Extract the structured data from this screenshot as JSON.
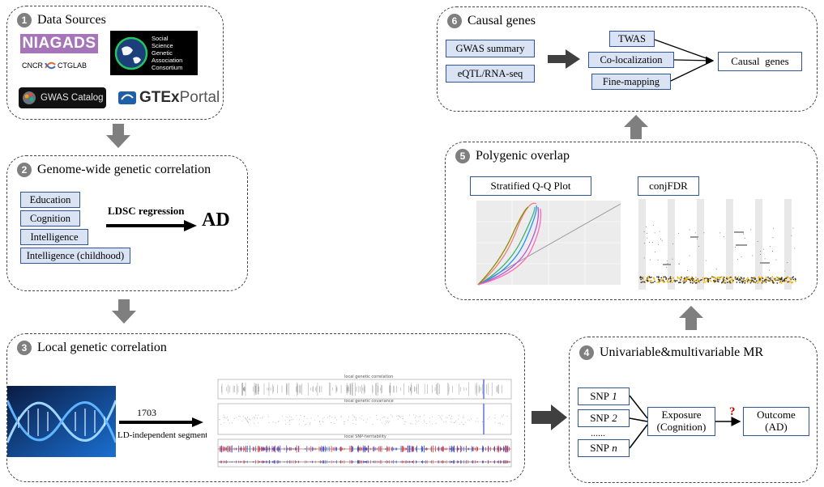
{
  "panels": {
    "data_sources": {
      "num": "1",
      "title": "Data Sources",
      "logos": {
        "niagads": "NIAGADS",
        "cncr_left": "CNCR",
        "cncr_right": "CTGLAB",
        "ssgac": [
          "Social",
          "Science",
          "Genetic",
          "Association",
          "Consortium"
        ],
        "gwas_catalog": "GWAS Catalog",
        "gtex_a": "GTEx",
        "gtex_b": "Portal"
      }
    },
    "genome_wide": {
      "num": "2",
      "title": "Genome-wide genetic correlation",
      "traits": [
        "Education",
        "Cognition",
        "Intelligence",
        "Intelligence (childhood)"
      ],
      "method": "LDSC regression",
      "target": "AD"
    },
    "local": {
      "num": "3",
      "title": "Local genetic correlation",
      "segments_count": "1703",
      "segments_label": "LD-independent segments",
      "plot_titles": [
        "local genetic correlation",
        "local genetic covariance",
        "local SNP-heritability"
      ]
    },
    "mr": {
      "num": "4",
      "title": "Univariable&multivariable  MR",
      "snps": [
        {
          "prefix": "SNP ",
          "italic": "1"
        },
        {
          "prefix": "SNP ",
          "italic": "2"
        },
        {
          "prefix": "SNP ",
          "italic": "n"
        }
      ],
      "dots": "......",
      "exposure": [
        "Exposure",
        "(Cognition)"
      ],
      "question": "?",
      "outcome": [
        "Outcome",
        "(AD)"
      ]
    },
    "polygenic": {
      "num": "5",
      "title": "Polygenic overlap",
      "qq_label": "Stratified  Q-Q Plot",
      "conj_label": "conjFDR"
    },
    "causal": {
      "num": "6",
      "title": "Causal genes",
      "inputs": [
        "GWAS summary",
        "eQTL/RNA-seq"
      ],
      "methods": [
        "TWAS",
        "Co-localization",
        "Fine-mapping"
      ],
      "result": "Causal  genes"
    }
  },
  "colors": {
    "box_fill": "#dae3f3",
    "box_border": "#2f5597",
    "arrow": "#7f7f7f",
    "niagads": "#a675b9",
    "question": "#c00000"
  }
}
